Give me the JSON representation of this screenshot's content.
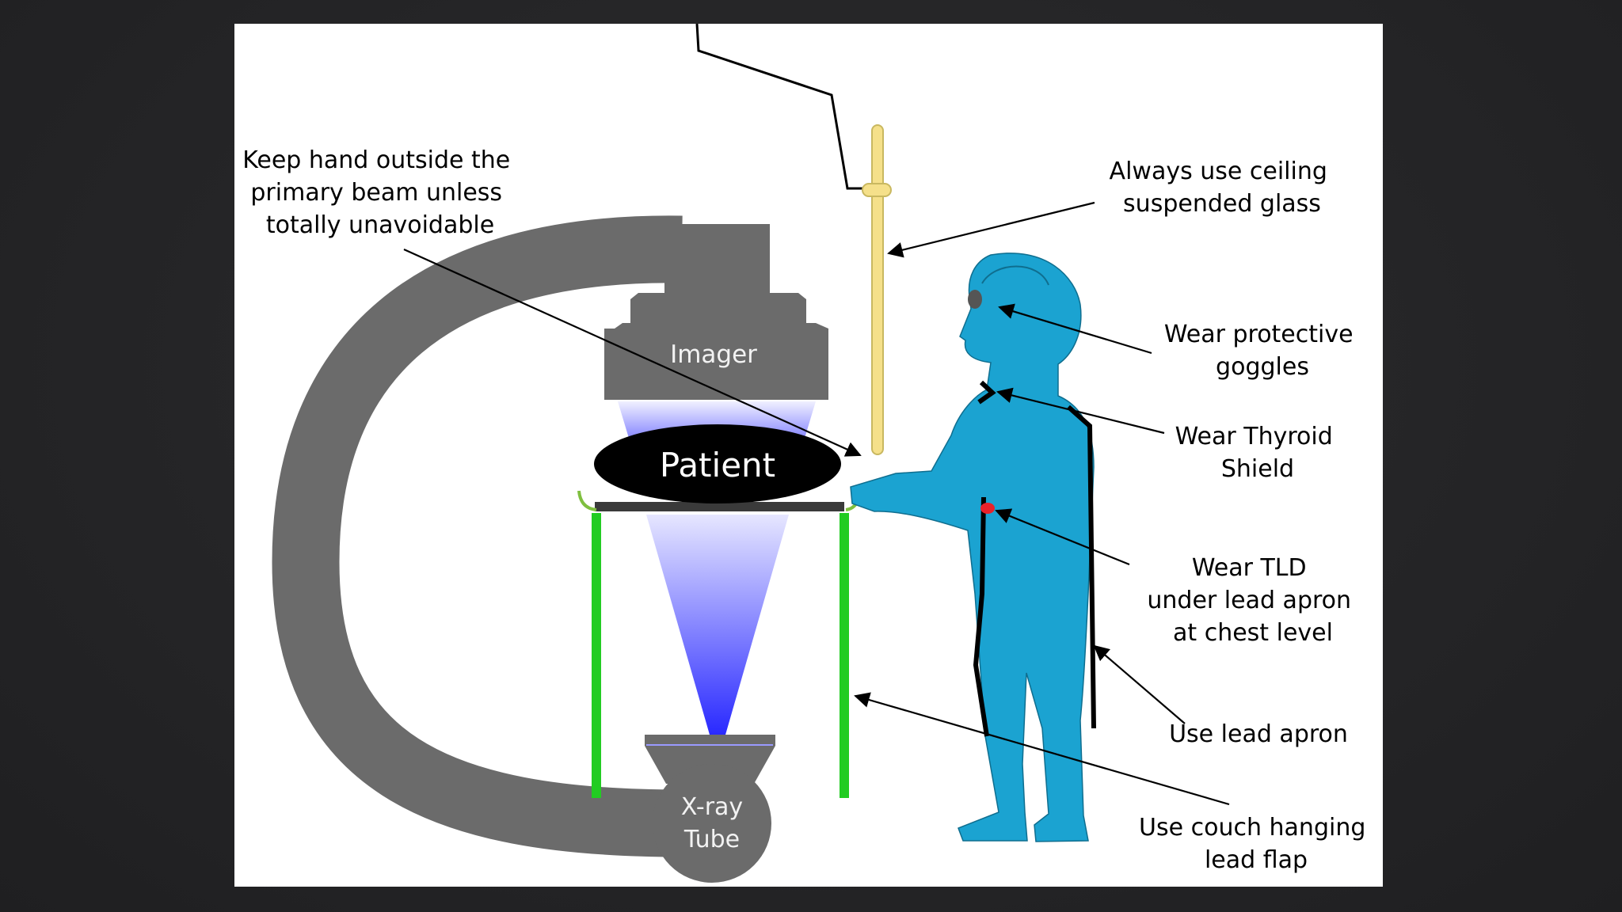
{
  "diagram": {
    "labels": {
      "imager": "Imager",
      "patient": "Patient",
      "xray_tube_line1": "X-ray",
      "xray_tube_line2": "Tube"
    },
    "annotations": {
      "hand": [
        "Keep hand outside the",
        "primary beam unless",
        "totally unavoidable"
      ],
      "glass": [
        "Always use ceiling",
        "suspended glass"
      ],
      "goggles": [
        "Wear protective",
        "goggles"
      ],
      "thyroid": [
        "Wear Thyroid",
        "Shield"
      ],
      "tld": [
        "Wear TLD",
        "under lead apron",
        "at chest level"
      ],
      "apron": [
        "Use lead apron"
      ],
      "flap": [
        "Use couch hanging",
        "lead flap"
      ]
    },
    "colors": {
      "background": "#262628",
      "slide": "#ffffff",
      "machine_gray": "#6b6b6b",
      "patient": "#000000",
      "beam": "#3a3aff",
      "lead_flap": "#22cc22",
      "glass": "#f5e08a",
      "person": "#1ba3d1",
      "tld": "#e8222a"
    }
  }
}
